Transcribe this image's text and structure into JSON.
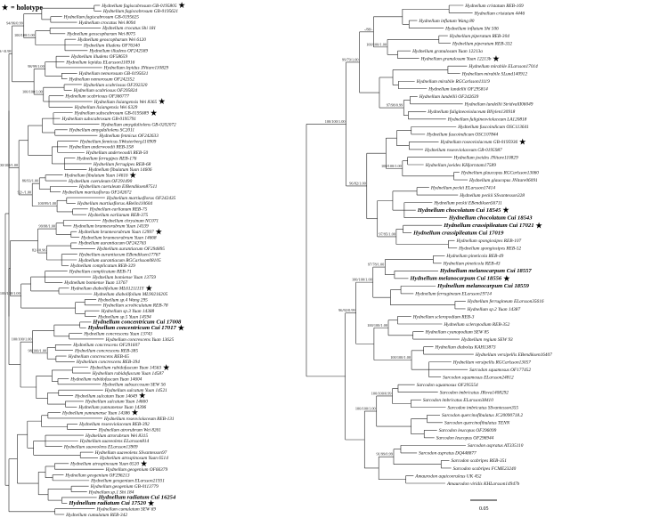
{
  "legend": {
    "symbol": "★",
    "label": "= holotype"
  },
  "scale": {
    "label": "0.05"
  },
  "left_tree": {
    "tips": [
      "Hydnellum fagiscabrosum GB-0195805",
      "Hydnellum fagiscabrosum GB-0195621",
      "Hydnellum fagiscabrosum GB-0195625",
      "Hydnellum crocatus Wei 8094",
      "Hydnellum crocatus Shi 181",
      "Hydnellum geoscopharum Wei 8075",
      "Hydnellum geoscopharum Wei 6120",
      "Hydnellum illudens OF76340",
      "Hydnellum illudens OF242569",
      "Hydnellum illudens OF58659",
      "Hydnellum lepidus ELarsson110916",
      "Hydnellum lepidus JNitare110829",
      "Hydnellum nemorosum GB-0195631",
      "Hydnellum nemorosum OF242352",
      "Hydnellum scabriosus OF292320",
      "Hydnellum scabriosus OF295824",
      "Hydnellum scabriosus OF366777",
      "Hydnellum lisiangensis Wei 8365",
      "Hydnellum lisiangensis Wei 6329",
      "Hydnellum subscabrosum GB-0195689",
      "Hydnellum subscabrosum GB-0195791",
      "Hydnellum amygdaliolens GB-0202072",
      "Hydnellum amygdaliolens SC2011",
      "Hydnellum fennicus OF242633",
      "Hydnellum fennicus SWesterberg110909",
      "Hydnellum underwoodii REB-358",
      "Hydnellum underwoodii REB-50",
      "Hydnellum ferrugipes REB-176",
      "Hydnellum ferrugipes REB-68",
      "Hydnellum fibulatum Yuan 14606",
      "Hydnellum fibulatum Yuan 14616",
      "Hydnellum caeruleum OF291490",
      "Hydnellum caeruleum ElBendiksen87511",
      "Hydnellum martiusflorus OF242672",
      "Hydnellum martiusflorus OF242435",
      "Hydnellum martiusflorus ABelin110604",
      "Hydnellum earlianum REB-75",
      "Hydnellum earlianum REB-375",
      "Hydnellum chrysinum NC071",
      "Hydnellum brunneorubrum Yuan 14339",
      "Hydnellum brunneorubrum Yuan 12997",
      "Hydnellum brunneorubrum Yuan 14668",
      "Hydnellum aurantiacum OF242763",
      "Hydnellum aurantiacum OF294895",
      "Hydnellum aurantiacum EBendiksen17767",
      "Hydnellum aurantiacum RGCarlsson08105",
      "Hydnellum complicatum REB-329",
      "Hydnellum complicatum REB-71",
      "Hydnellum bomiense Yuan 13759",
      "Hydnellum bomiense Yuan 13767",
      "Hydnellum diabolifolium ML6121111Y",
      "Hydnellum diabolifolium ML90216205",
      "Hydnellum sp.4 Wang 295",
      "Hydnellum scrobiculatum REB-78",
      "Hydnellum sp.3 Yuan 14388",
      "Hydnellum sp.5 Yuan 14594",
      "Hydnellum concentricum Cui 17008",
      "Hydnellum concentricum Cui 17017",
      "Hydnellum concrescens Yuan 13743",
      "Hydnellum concrescens Yuan 13625",
      "Hydnellum concrescens OF291607",
      "Hydnellum concrescens REB-385",
      "Hydnellum concrescens REB-65",
      "Hydnellum concrescens REB-394",
      "Hydnellum rubidofuscum Yuan 14563",
      "Hydnellum rubidofuscum Yuan 14587",
      "Hydnellum rubidofuscum Yuan 14604",
      "Hydnellum subsuccosum SEW 56",
      "Hydnellum sulcatum Yuan 14521",
      "Hydnellum sulcatum Yuan 14649",
      "Hydnellum sulcatum Yuan 14660",
      "Hydnellum yunnanense Yuan 14396",
      "Hydnellum yunnanense Yuan 14386",
      "Hydnellum roseoviolaceum REB-131",
      "Hydnellum roseoviolaceum REB-392",
      "Hydnellum atrorubrum Wei 8261",
      "Hydnellum atrorubrum Wei 8315",
      "Hydnellum suaveolens ELarsson814",
      "Hydnellum suaveolens ELarsson13909",
      "Hydnellum suaveolens SSvantesson97",
      "Hydnellum atrospinosum Yuan 6514",
      "Hydnellum atrospinosum Yuan 6520",
      "Hydnellum geogenium OF66379",
      "Hydnellum geogenium OF296213",
      "Hydnellum geogenium ELarsson21931",
      "Hydnellum geogenium GB-0113779",
      "Hydnellum sp.1 Shi 184",
      "Hydnellum radiatum Cui 16254",
      "Hydnellum radiatum Cui 17520",
      "Hydnellum cumulatum SEW 69",
      "Hydnellum cumulatum REB-342"
    ],
    "bold_tips": [
      "Hydnellum concentricum Cui 17008",
      "Hydnellum concentricum Cui 17017",
      "Hydnellum radiatum Cui 16254",
      "Hydnellum radiatum Cui 17520"
    ],
    "holotype_tips": [
      "Hydnellum fagiscabrosum GB-0195805",
      "Hydnellum lisiangensis Wei 8365",
      "Hydnellum subscabrosum GB-0195689",
      "Hydnellum fibulatum Yuan 14616",
      "Hydnellum brunneorubrum Yuan 12997",
      "Hydnellum diabolifolium ML6121111Y",
      "Hydnellum concentricum Cui 17017",
      "Hydnellum rubidofuscum Yuan 14563",
      "Hydnellum sulcatum Yuan 14649",
      "Hydnellum yunnanense Yuan 14386",
      "Hydnellum atrospinosum Yuan 6520",
      "Hydnellum radiatum Cui 17520"
    ],
    "supports": [
      "100/100/1.00",
      "94/96/0.99",
      "98/99/1.00",
      "100/100/1.00",
      "99/-/0.98",
      "86/93/1.00",
      "100/99/1.00",
      "92/-/1.00",
      "100/100/1.00",
      "99/98/1.00",
      "82/-/0.96",
      "100/100/1.00",
      "98/100/1.00",
      "100/100/1.00"
    ]
  },
  "right_tree": {
    "tips": [
      "Hydnellum cristatum REB-169",
      "Hydnellum cristatum 4446",
      "Hydnellum inflatum Wang 80",
      "Hydnellum inflatum Shi 506",
      "Hydnellum piperatum REB-304",
      "Hydnellum piperatum REB-332",
      "Hydnellum granulosum Yuan 12213a",
      "Hydnellum granulosum Yuan 12213b",
      "Hydnellum mirabile ELarsson17014",
      "Hydnellum mirabile SLund140912",
      "Hydnellum mirabile RGCarlsson11119",
      "Hydnellum lundellii OF295814",
      "Hydnellum lundellii OF242639",
      "Hydnellum lundellii StridvallI06049",
      "Hydnellum fuligineoviolaceum BNylen130918",
      "Hydnellum fuligineoviolaceum LA120818",
      "Hydnellum fuscoindicum OSC113641",
      "Hydnellum fuscoindicum OSC107844",
      "Hydnellum roseoviolaceum GB-0195936",
      "Hydnellum roseoviolaceum GB-0195987",
      "Hydnellum joeides JNitare110829",
      "Hydnellum joeides KHjortstam17589",
      "Hydnellum glaucopus RGCarlsson13060",
      "Hydnellum glaucopus JNitare06091",
      "Hydnellum peckii ELarsson17414",
      "Hydnellum peckii SSvantesson328",
      "Hydnellum peckii EBendiksen56711",
      "Hydnellum chocolatum Cui 18545",
      "Hydnellum chocolatum Cui 18543",
      "Hydnellum crassipileatum Cui 17021",
      "Hydnellum crassipileatum Cui 17019",
      "Hydnellum spongiosipes REB-107",
      "Hydnellum spongiosipes REB-52",
      "Hydnellum pineticola REB-49",
      "Hydnellum pineticola REB-43",
      "Hydnellum melanocarpum Cui 18557",
      "Hydnellum melanocarpum Cui 18556",
      "Hydnellum melanocarpum Cui 18559",
      "Hydnellum ferrugineum ELarsson19714",
      "Hydnellum ferrugineum ELarsson35616",
      "Hydnellum sp.2 Yuan 14387",
      "Hydnellum scleropodium REB-3",
      "Hydnellum scleropodium REB-352",
      "Hydnellum cyanopodium SEW 85",
      "Hydnellum regium SEW 93",
      "Hydnellum diabolus KAH13873",
      "Hydnellum versipellis EBendiksen16407",
      "Hydnellum versipellis RGCarlsson13057",
      "Sarcodon squamosus OF177452",
      "Sarcodon squamosus ELarsson24812",
      "Sarcodon squamosus OF295554",
      "Sarcodon imbricatus JRova1408292",
      "Sarcodon imbricatus ELarsson38410",
      "Sarcodon imbricatus SSvantesson355",
      "Sarcodon quercinofibulatus JC20090718.2",
      "Sarcodon quercinofibulatus TENN",
      "Sarcodon leucopus OF296099",
      "Sarcodon leucopus OF296944",
      "Sarcodon aspratus AT335110",
      "Sarcodon aspratus DQ448877",
      "Sarcodon scabripes REB-351",
      "Sarcodon scabripes FCME23240",
      "Amaurodon aquicoeruleus UK 452",
      "Amaurodon viridis KHLarsson14947b"
    ],
    "bold_tips": [
      "Hydnellum chocolatum Cui 18545",
      "Hydnellum chocolatum Cui 18543",
      "Hydnellum crassipileatum Cui 17021",
      "Hydnellum crassipileatum Cui 17019",
      "Hydnellum melanocarpum Cui 18557",
      "Hydnellum melanocarpum Cui 18556",
      "Hydnellum melanocarpum Cui 18559"
    ],
    "holotype_tips": [
      "Hydnellum granulosum Yuan 12213b",
      "Hydnellum roseoviolaceum GB-0195936",
      "Hydnellum chocolatum Cui 18545",
      "Hydnellum crassipileatum Cui 17021",
      "Hydnellum melanocarpum Cui 18556"
    ],
    "supports": [
      "100/100/1.00",
      "-/88/-",
      "97/98/0.99",
      "99/79/1.00",
      "100/100/1.00",
      "97/95/1.00",
      "96/82/1.00",
      "100/100/1.00",
      "97/78/1.00",
      "100/100/1.00",
      "100/100/1.00",
      "100/100/1.00",
      "96/92/0.99",
      "100/100/0.99",
      "100/100/1.00",
      "91/99/0.99",
      "96/99/1.00",
      "89/-/-",
      "95/98/0.99",
      "100/100/1.00",
      "100/99/1.00",
      "100/100/1.00",
      "100/100/1.00",
      "100/100/1.00",
      "96/92/0.99",
      "82/89/0.99",
      "91/-/0.96",
      "100/100/1.00",
      "99/-/0.99",
      "100/100/1.00"
    ]
  }
}
